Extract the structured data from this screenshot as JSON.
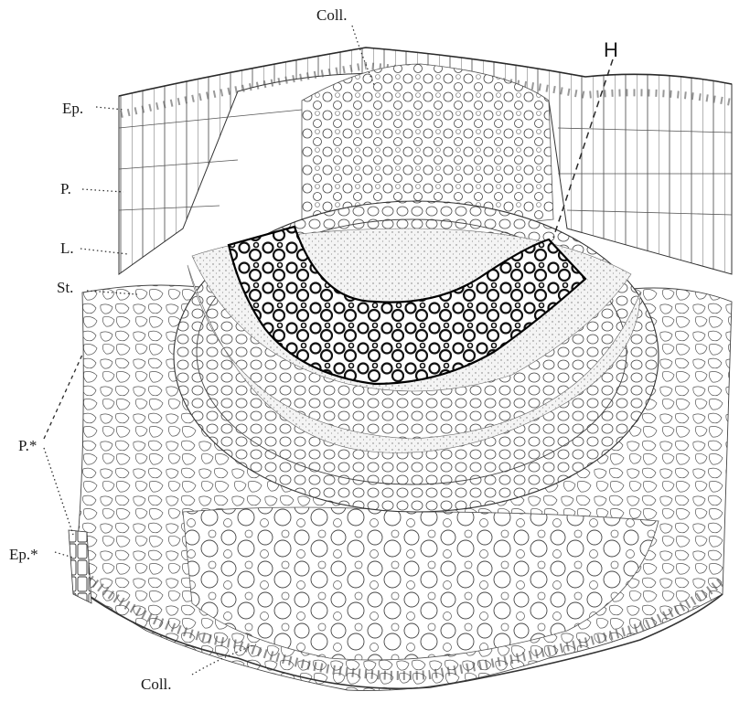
{
  "labels": {
    "coll_top": "Coll.",
    "h": "H",
    "ep": "Ep.",
    "p": "P.",
    "l": "L.",
    "st": "St.",
    "p_star": "P.*",
    "ep_star": "Ep.*",
    "coll_bottom": "Coll."
  },
  "colors": {
    "ink": "#2a2a2a",
    "background": "#ffffff"
  }
}
